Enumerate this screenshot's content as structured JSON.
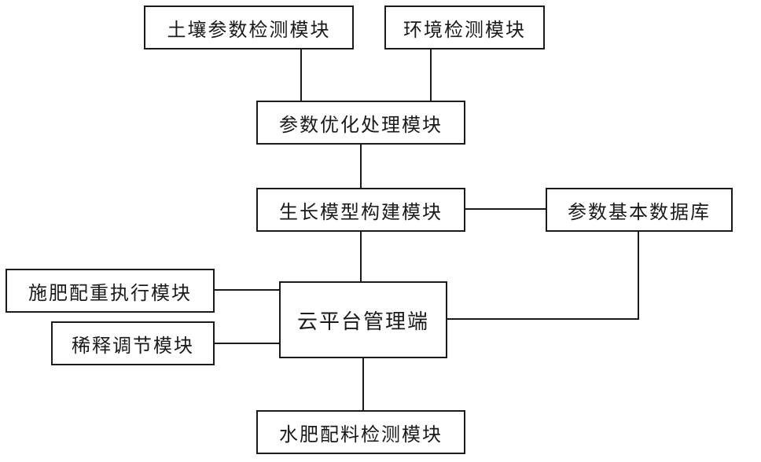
{
  "diagram": {
    "nodes": {
      "soil": "土壤参数检测模块",
      "env": "环境检测模块",
      "optim": "参数优化处理模块",
      "growth": "生长模型构建模块",
      "db": "参数基本数据库",
      "fert": "施肥配重执行模块",
      "cloud": "云平台管理端",
      "dilute": "稀释调节模块",
      "mix": "水肥配料检测模块"
    },
    "edges": [
      [
        "soil",
        "optim"
      ],
      [
        "env",
        "optim"
      ],
      [
        "optim",
        "growth"
      ],
      [
        "growth",
        "db"
      ],
      [
        "growth",
        "cloud"
      ],
      [
        "db",
        "cloud"
      ],
      [
        "fert",
        "cloud"
      ],
      [
        "dilute",
        "cloud"
      ],
      [
        "cloud",
        "mix"
      ]
    ]
  }
}
